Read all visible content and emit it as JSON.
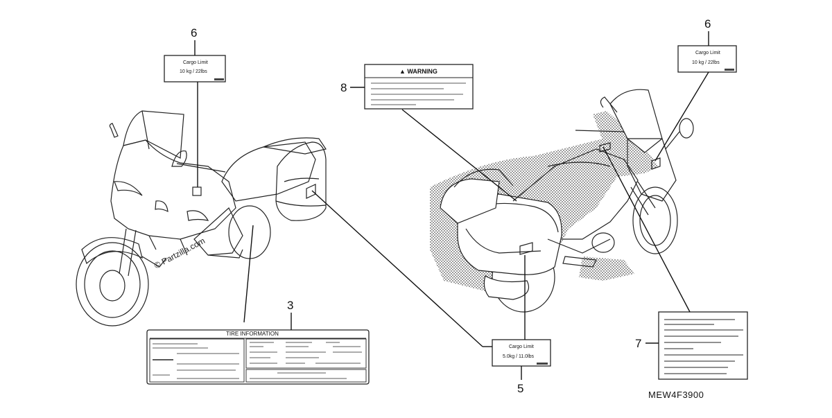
{
  "callouts": {
    "c6_left": "6",
    "c6_right": "6",
    "c8": "8",
    "c3": "3",
    "c5": "5",
    "c7": "7"
  },
  "labels": {
    "cargo_left": {
      "title": "Cargo Limit",
      "value": "10 kg / 22lbs"
    },
    "cargo_right": {
      "title": "Cargo Limit",
      "value": "10 kg / 22lbs"
    },
    "cargo_bottom": {
      "title": "Cargo Limit",
      "value": "5.0kg / 11.0lbs"
    },
    "warning": {
      "title": "▲ WARNING"
    },
    "tire": {
      "title": "TIRE INFORMATION"
    }
  },
  "watermark": "© Partzilla.com",
  "diagram_code": "MEW4F3900"
}
